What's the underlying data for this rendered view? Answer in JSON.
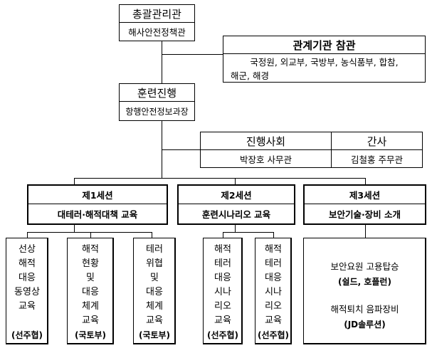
{
  "chief": {
    "title": "총괄관리관",
    "subtitle": "해사안전정책관"
  },
  "agencies": {
    "title": "관계기관 참관",
    "members_line1": "국정원, 외교부, 국방부, 농식품부, 합참,",
    "members_line2": "해군, 해경"
  },
  "training": {
    "title": "훈련진행",
    "subtitle": "항행안전정보과장"
  },
  "moderator": {
    "title": "진행사회",
    "name": "박장호 사무관"
  },
  "secretary": {
    "title": "간사",
    "name": "김철홍 주무관"
  },
  "sessions": [
    {
      "title": "제1세션",
      "subtitle": "대테러·해적대책 교육"
    },
    {
      "title": "제2세션",
      "subtitle": "훈련시나리오 교육"
    },
    {
      "title": "제3세션",
      "subtitle": "보안기술·장비 소개"
    }
  ],
  "details": [
    {
      "lines": [
        "선상",
        "해적",
        "대응",
        "동영상",
        "교육"
      ],
      "org": "(선주협)"
    },
    {
      "lines": [
        "해적",
        "현황",
        "및",
        "대응",
        "체계",
        "교육"
      ],
      "org": "(국토부)"
    },
    {
      "lines": [
        "테러",
        "위협",
        "및",
        "대응",
        "체계",
        "교육"
      ],
      "org": "(국토부)"
    },
    {
      "lines": [
        "해적",
        "테러",
        "대응",
        "시나",
        "리오",
        "교육"
      ],
      "org": "(선주협)"
    },
    {
      "lines": [
        "해적",
        "테러",
        "대응",
        "시나",
        "리오",
        "교육"
      ],
      "org": "(선주협)"
    }
  ],
  "session3_detail": {
    "item1": "보안요원 고용탑승",
    "org1": "(쉴드, 호플런)",
    "item2": "해적퇴치 음파장비",
    "org2": "(JD솔루션)"
  }
}
